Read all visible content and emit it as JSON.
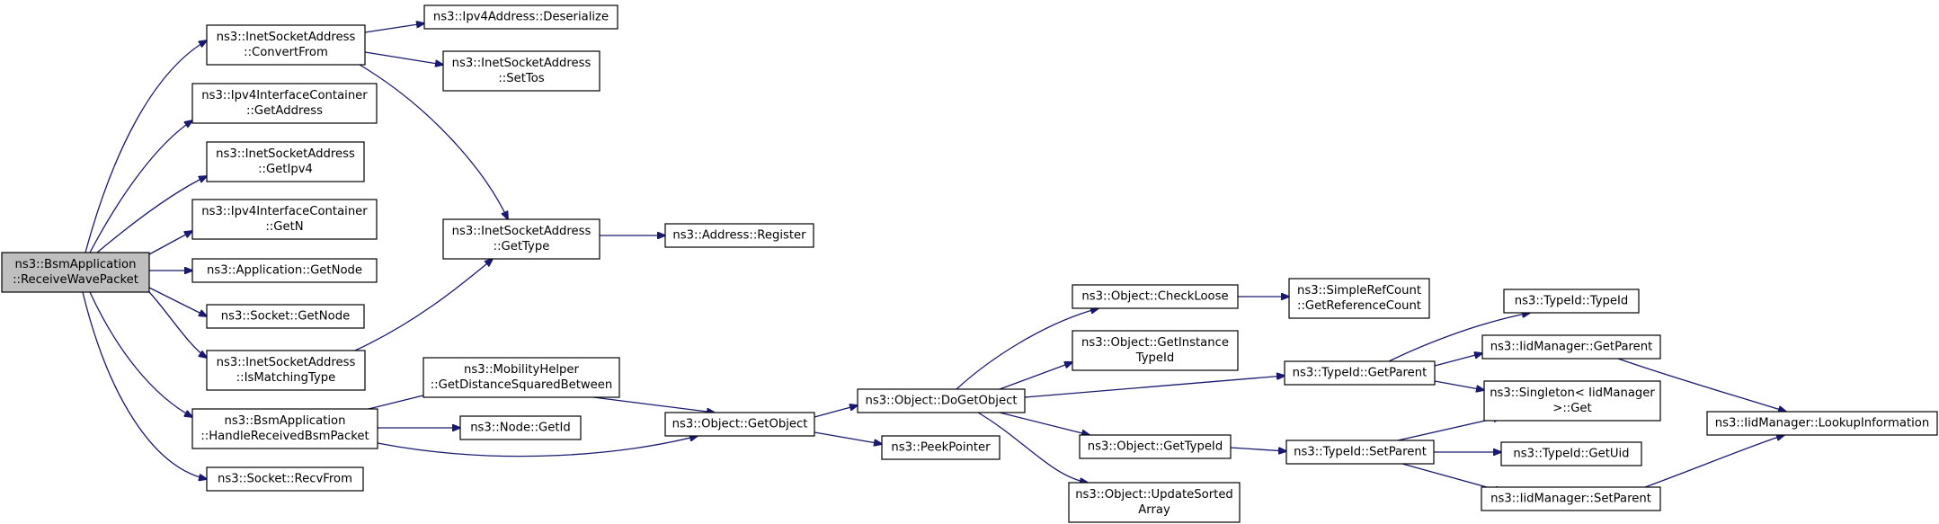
{
  "colors": {
    "edge": "#191970",
    "node_fill": "#ffffff",
    "root_fill": "#bfbfbf",
    "border": "#000000"
  },
  "nodes": [
    {
      "id": "root",
      "lines": [
        "ns3::BsmApplication",
        "::ReceiveWavePacket"
      ],
      "root": true
    },
    {
      "id": "convertfrom",
      "lines": [
        "ns3::InetSocketAddress",
        "::ConvertFrom"
      ]
    },
    {
      "id": "ipv4addr-getaddress",
      "lines": [
        "ns3::Ipv4InterfaceContainer",
        "::GetAddress"
      ]
    },
    {
      "id": "getipv4",
      "lines": [
        "ns3::InetSocketAddress",
        "::GetIpv4"
      ]
    },
    {
      "id": "ipv4-getn",
      "lines": [
        "ns3::Ipv4InterfaceContainer",
        "::GetN"
      ]
    },
    {
      "id": "app-getnode",
      "lines": [
        "ns3::Application::GetNode"
      ]
    },
    {
      "id": "socket-getnode",
      "lines": [
        "ns3::Socket::GetNode"
      ]
    },
    {
      "id": "ismatchingtype",
      "lines": [
        "ns3::InetSocketAddress",
        "::IsMatchingType"
      ]
    },
    {
      "id": "handlebsm",
      "lines": [
        "ns3::BsmApplication",
        "::HandleReceivedBsmPacket"
      ]
    },
    {
      "id": "recvfrom",
      "lines": [
        "ns3::Socket::RecvFrom"
      ]
    },
    {
      "id": "deserialize",
      "lines": [
        "ns3::Ipv4Address::Deserialize"
      ]
    },
    {
      "id": "settos",
      "lines": [
        "ns3::InetSocketAddress",
        "::SetTos"
      ]
    },
    {
      "id": "gettype",
      "lines": [
        "ns3::InetSocketAddress",
        "::GetType"
      ]
    },
    {
      "id": "register",
      "lines": [
        "ns3::Address::Register"
      ]
    },
    {
      "id": "mobilityhelper",
      "lines": [
        "ns3::MobilityHelper",
        "::GetDistanceSquaredBetween"
      ]
    },
    {
      "id": "node-getid",
      "lines": [
        "ns3::Node::GetId"
      ]
    },
    {
      "id": "getobject",
      "lines": [
        "ns3::Object::GetObject"
      ]
    },
    {
      "id": "dogetobject",
      "lines": [
        "ns3::Object::DoGetObject"
      ]
    },
    {
      "id": "peekpointer",
      "lines": [
        "ns3::PeekPointer"
      ]
    },
    {
      "id": "checkloose",
      "lines": [
        "ns3::Object::CheckLoose"
      ]
    },
    {
      "id": "getinstancetypeid",
      "lines": [
        "ns3::Object::GetInstance",
        "TypeId"
      ]
    },
    {
      "id": "object-gettypeid",
      "lines": [
        "ns3::Object::GetTypeId"
      ]
    },
    {
      "id": "updatesortedarray",
      "lines": [
        "ns3::Object::UpdateSorted",
        "Array"
      ]
    },
    {
      "id": "getreferencecount",
      "lines": [
        "ns3::SimpleRefCount",
        "::GetReferenceCount"
      ]
    },
    {
      "id": "typeid-getparent",
      "lines": [
        "ns3::TypeId::GetParent"
      ]
    },
    {
      "id": "typeid-setparent",
      "lines": [
        "ns3::TypeId::SetParent"
      ]
    },
    {
      "id": "typeid-typeid",
      "lines": [
        "ns3::TypeId::TypeId"
      ]
    },
    {
      "id": "iid-getparent",
      "lines": [
        "ns3::IidManager::GetParent"
      ]
    },
    {
      "id": "singleton-get",
      "lines": [
        "ns3::Singleton< IidManager",
        " >::Get"
      ]
    },
    {
      "id": "typeid-getuid",
      "lines": [
        "ns3::TypeId::GetUid"
      ]
    },
    {
      "id": "iid-setparent",
      "lines": [
        "ns3::IidManager::SetParent"
      ]
    },
    {
      "id": "lookupinformation",
      "lines": [
        "ns3::IidManager::LookupInformation"
      ]
    }
  ],
  "edges": [
    {
      "from": "root",
      "to": "convertfrom"
    },
    {
      "from": "root",
      "to": "ipv4addr-getaddress"
    },
    {
      "from": "root",
      "to": "getipv4"
    },
    {
      "from": "root",
      "to": "ipv4-getn"
    },
    {
      "from": "root",
      "to": "app-getnode"
    },
    {
      "from": "root",
      "to": "socket-getnode"
    },
    {
      "from": "root",
      "to": "ismatchingtype"
    },
    {
      "from": "root",
      "to": "handlebsm"
    },
    {
      "from": "root",
      "to": "recvfrom"
    },
    {
      "from": "convertfrom",
      "to": "deserialize"
    },
    {
      "from": "convertfrom",
      "to": "settos"
    },
    {
      "from": "convertfrom",
      "to": "gettype"
    },
    {
      "from": "ismatchingtype",
      "to": "gettype"
    },
    {
      "from": "gettype",
      "to": "register"
    },
    {
      "from": "handlebsm",
      "to": "mobilityhelper"
    },
    {
      "from": "handlebsm",
      "to": "node-getid"
    },
    {
      "from": "handlebsm",
      "to": "getobject"
    },
    {
      "from": "mobilityhelper",
      "to": "getobject"
    },
    {
      "from": "getobject",
      "to": "dogetobject"
    },
    {
      "from": "getobject",
      "to": "peekpointer"
    },
    {
      "from": "dogetobject",
      "to": "checkloose"
    },
    {
      "from": "dogetobject",
      "to": "getinstancetypeid"
    },
    {
      "from": "dogetobject",
      "to": "typeid-getparent"
    },
    {
      "from": "dogetobject",
      "to": "object-gettypeid"
    },
    {
      "from": "dogetobject",
      "to": "updatesortedarray"
    },
    {
      "from": "checkloose",
      "to": "getreferencecount"
    },
    {
      "from": "object-gettypeid",
      "to": "typeid-setparent"
    },
    {
      "from": "typeid-getparent",
      "to": "typeid-typeid"
    },
    {
      "from": "typeid-getparent",
      "to": "iid-getparent"
    },
    {
      "from": "typeid-getparent",
      "to": "singleton-get"
    },
    {
      "from": "typeid-setparent",
      "to": "singleton-get"
    },
    {
      "from": "typeid-setparent",
      "to": "typeid-getuid"
    },
    {
      "from": "typeid-setparent",
      "to": "iid-setparent"
    },
    {
      "from": "iid-getparent",
      "to": "lookupinformation"
    },
    {
      "from": "iid-setparent",
      "to": "lookupinformation"
    }
  ]
}
